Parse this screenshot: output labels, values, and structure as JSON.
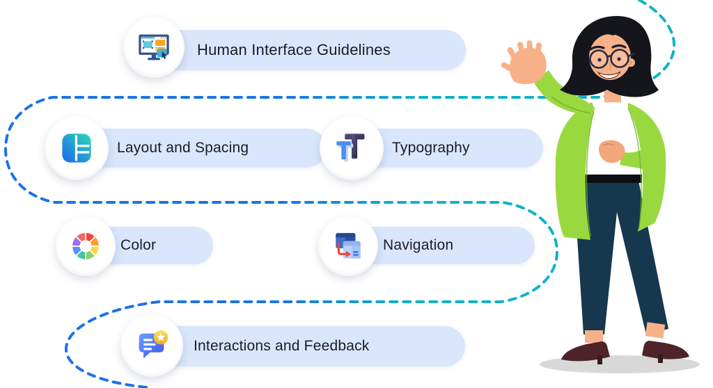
{
  "diagram": {
    "topic": "Human Interface Guidelines",
    "nodes": [
      {
        "id": "hig",
        "label": "Human Interface Guidelines",
        "icon": "monitor-design-icon"
      },
      {
        "id": "layout",
        "label": "Layout and Spacing",
        "icon": "layout-grid-icon"
      },
      {
        "id": "typography",
        "label": "Typography",
        "icon": "typography-icon"
      },
      {
        "id": "color",
        "label": "Color",
        "icon": "color-wheel-icon"
      },
      {
        "id": "navigation",
        "label": "Navigation",
        "icon": "navigation-windows-icon"
      },
      {
        "id": "interactions",
        "label": "Interactions and Feedback",
        "icon": "chat-feedback-icon"
      }
    ],
    "path_style": {
      "type": "dotted",
      "color_left": "#1a73e8",
      "color_right": "#0fb3c6"
    },
    "colors": {
      "pill_bg": "#d9e6fc",
      "label_text": "#1b1b27",
      "jacket_green": "#99d93f",
      "pants_navy": "#16384e",
      "skin": "#f7b189",
      "hair": "#15151c",
      "shadow_gray": "#d8d8d8"
    },
    "illustration": {
      "name": "woman-waving-illustration"
    }
  }
}
